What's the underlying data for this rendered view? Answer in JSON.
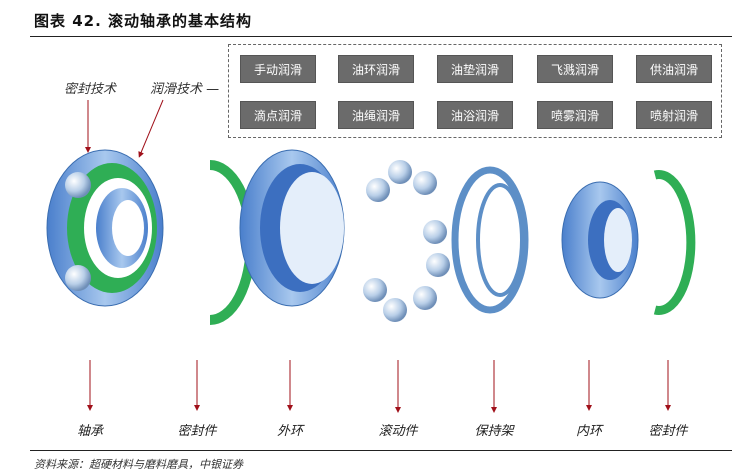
{
  "title": "图表 42. 滚动轴承的基本结构",
  "tech_labels": {
    "sealing": "密封技术",
    "lubrication": "润滑技术 —"
  },
  "lubrication_methods": [
    "手动润滑",
    "油环润滑",
    "油垫润滑",
    "飞溅润滑",
    "供油润滑",
    "滴点润滑",
    "油绳润滑",
    "油浴润滑",
    "喷雾润滑",
    "喷射润滑"
  ],
  "parts": [
    "轴承",
    "密封件",
    "外环",
    "滚动件",
    "保持架",
    "内环",
    "密封件"
  ],
  "source": "资料来源：超硬材料与磨料磨具，中银证券",
  "colors": {
    "button": "#6b6b6b",
    "arrow": "#a0101a",
    "ring_blue": "#5b8fd6",
    "seal_green": "#2fae55"
  }
}
